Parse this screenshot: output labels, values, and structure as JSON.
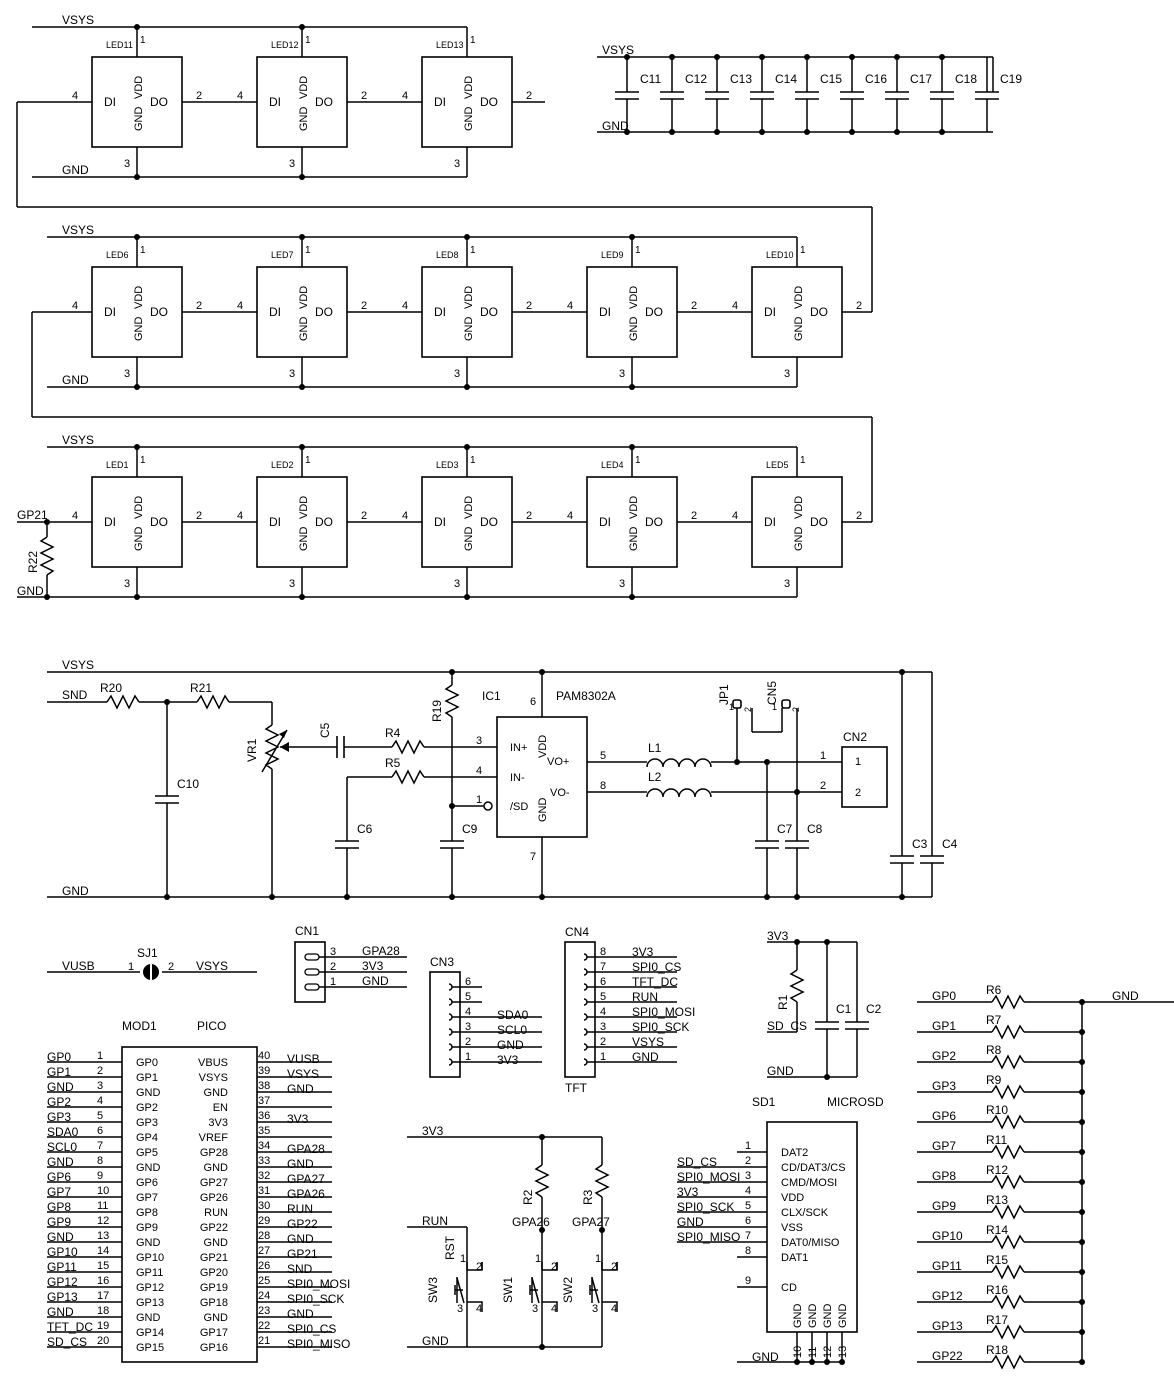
{
  "nets": {
    "vsys": "VSYS",
    "gnd": "GND",
    "gp21": "GP21",
    "snd": "SND",
    "vusb": "VUSB",
    "v3v3": "3V3",
    "run": "RUN",
    "gpa26": "GPA26",
    "gpa27": "GPA27",
    "sd_cs": "SD_CS"
  },
  "leds": {
    "pins": {
      "di": "DI",
      "do": "DO",
      "vdd": "VDD",
      "gnd": "GND"
    },
    "pin_numbers": {
      "vdd": "1",
      "do": "2",
      "gnd": "3",
      "di": "4"
    },
    "row1": [
      "LED11",
      "LED12",
      "LED13"
    ],
    "row2": [
      "LED6",
      "LED7",
      "LED8",
      "LED9",
      "LED10"
    ],
    "row3": [
      "LED1",
      "LED2",
      "LED3",
      "LED4",
      "LED5"
    ]
  },
  "decoupling_caps": [
    "C11",
    "C12",
    "C13",
    "C14",
    "C15",
    "C16",
    "C17",
    "C18",
    "C19"
  ],
  "r22": "R22",
  "amp": {
    "r20": "R20",
    "r21": "R21",
    "vr1": "VR1",
    "c10": "C10",
    "c5": "C5",
    "r4": "R4",
    "r5": "R5",
    "r19": "R19",
    "c6": "C6",
    "c9": "C9",
    "ic_ref": "IC1",
    "ic_part": "PAM8302A",
    "pins": {
      "in_plus": "IN+",
      "in_minus": "IN-",
      "sd": "/SD",
      "vdd": "VDD",
      "gnd": "GND",
      "vo_plus": "VO+",
      "vo_minus": "VO-"
    },
    "pin_nums": {
      "p3": "3",
      "p4": "4",
      "p1": "1",
      "p6": "6",
      "p7": "7",
      "p5": "5",
      "p8": "8"
    },
    "l1": "L1",
    "l2": "L2",
    "jp1": "JP1",
    "cn5": "CN5",
    "jp_pin1": "1",
    "jp_pin2": "2",
    "c7": "C7",
    "c8": "C8",
    "c3": "C3",
    "c4": "C4",
    "cn2": "CN2",
    "cn2_pin1": "1",
    "cn2_pin2": "2"
  },
  "sj1": {
    "ref": "SJ1",
    "p1": "1",
    "p2": "2"
  },
  "cn1": {
    "ref": "CN1",
    "pins": [
      "3",
      "2",
      "1"
    ],
    "signals": [
      "GPA28",
      "3V3",
      "GND"
    ]
  },
  "cn3": {
    "ref": "CN3",
    "pins": [
      "6",
      "5",
      "4",
      "3",
      "2",
      "1"
    ],
    "signals": [
      "",
      "",
      "SDA0",
      "SCL0",
      "GND",
      "3V3"
    ]
  },
  "cn4": {
    "ref": "CN4",
    "label": "TFT",
    "pins": [
      "8",
      "7",
      "6",
      "5",
      "4",
      "3",
      "2",
      "1"
    ],
    "signals": [
      "3V3",
      "SPI0_CS",
      "TFT_DC",
      "RUN",
      "SPI0_MOSI",
      "SPI0_SCK",
      "VSYS",
      "GND"
    ]
  },
  "sdcaps": {
    "r1": "R1",
    "c1": "C1",
    "c2": "C2"
  },
  "pico": {
    "ref": "MOD1",
    "part": "PICO",
    "left": [
      {
        "net": "GP0",
        "num": "1",
        "pin": "GP0"
      },
      {
        "net": "GP1",
        "num": "2",
        "pin": "GP1"
      },
      {
        "net": "GND",
        "num": "3",
        "pin": "GND"
      },
      {
        "net": "GP2",
        "num": "4",
        "pin": "GP2"
      },
      {
        "net": "GP3",
        "num": "5",
        "pin": "GP3"
      },
      {
        "net": "SDA0",
        "num": "6",
        "pin": "GP4"
      },
      {
        "net": "SCL0",
        "num": "7",
        "pin": "GP5"
      },
      {
        "net": "GND",
        "num": "8",
        "pin": "GND"
      },
      {
        "net": "GP6",
        "num": "9",
        "pin": "GP6"
      },
      {
        "net": "GP7",
        "num": "10",
        "pin": "GP7"
      },
      {
        "net": "GP8",
        "num": "11",
        "pin": "GP8"
      },
      {
        "net": "GP9",
        "num": "12",
        "pin": "GP9"
      },
      {
        "net": "GND",
        "num": "13",
        "pin": "GND"
      },
      {
        "net": "GP10",
        "num": "14",
        "pin": "GP10"
      },
      {
        "net": "GP11",
        "num": "15",
        "pin": "GP11"
      },
      {
        "net": "GP12",
        "num": "16",
        "pin": "GP12"
      },
      {
        "net": "GP13",
        "num": "17",
        "pin": "GP13"
      },
      {
        "net": "GND",
        "num": "18",
        "pin": "GND"
      },
      {
        "net": "TFT_DC",
        "num": "19",
        "pin": "GP14"
      },
      {
        "net": "SD_CS",
        "num": "20",
        "pin": "GP15"
      }
    ],
    "right": [
      {
        "net": "VUSB",
        "num": "40",
        "pin": "VBUS"
      },
      {
        "net": "VSYS",
        "num": "39",
        "pin": "VSYS"
      },
      {
        "net": "GND",
        "num": "38",
        "pin": "GND"
      },
      {
        "net": "",
        "num": "37",
        "pin": "EN"
      },
      {
        "net": "3V3",
        "num": "36",
        "pin": "3V3"
      },
      {
        "net": "",
        "num": "35",
        "pin": "VREF"
      },
      {
        "net": "GPA28",
        "num": "34",
        "pin": "GP28"
      },
      {
        "net": "GND",
        "num": "33",
        "pin": "GND"
      },
      {
        "net": "GPA27",
        "num": "32",
        "pin": "GP27"
      },
      {
        "net": "GPA26",
        "num": "31",
        "pin": "GP26"
      },
      {
        "net": "RUN",
        "num": "30",
        "pin": "RUN"
      },
      {
        "net": "GP22",
        "num": "29",
        "pin": "GP22"
      },
      {
        "net": "GND",
        "num": "28",
        "pin": "GND"
      },
      {
        "net": "GP21",
        "num": "27",
        "pin": "GP21"
      },
      {
        "net": "SND",
        "num": "26",
        "pin": "GP20"
      },
      {
        "net": "SPI0_MOSI",
        "num": "25",
        "pin": "GP19"
      },
      {
        "net": "SPI0_SCK",
        "num": "24",
        "pin": "GP18"
      },
      {
        "net": "GND",
        "num": "23",
        "pin": "GND"
      },
      {
        "net": "SPI0_CS",
        "num": "22",
        "pin": "GP17"
      },
      {
        "net": "SPI0_MISO",
        "num": "21",
        "pin": "GP16"
      }
    ]
  },
  "switches": {
    "sw3": "SW3",
    "sw1": "SW1",
    "sw2": "SW2",
    "rst": "RST",
    "r2": "R2",
    "r3": "R3",
    "pins": [
      "1",
      "2",
      "3",
      "4"
    ]
  },
  "sd": {
    "ref": "SD1",
    "part": "MICROSD",
    "left_nets": [
      "",
      "SD_CS",
      "SPI0_MOSI",
      "3V3",
      "SPI0_SCK",
      "GND",
      "SPI0_MISO",
      "",
      "",
      "GND"
    ],
    "left_nums": [
      "1",
      "2",
      "3",
      "4",
      "5",
      "6",
      "7",
      "8",
      "9"
    ],
    "pin_names": [
      "DAT2",
      "CD/DAT3/CS",
      "CMD/MOSI",
      "VDD",
      "CLX/SCK",
      "VSS",
      "DAT0/MISO",
      "DAT1",
      "CD"
    ],
    "gnd_label": "GND",
    "gnd_nums": [
      "10",
      "11",
      "12",
      "13"
    ]
  },
  "pulldowns": {
    "nets": [
      "GP0",
      "GP1",
      "GP2",
      "GP3",
      "GP6",
      "GP7",
      "GP8",
      "GP9",
      "GP10",
      "GP11",
      "GP12",
      "GP13",
      "GP22"
    ],
    "refs": [
      "R6",
      "R7",
      "R8",
      "R9",
      "R10",
      "R11",
      "R12",
      "R13",
      "R14",
      "R15",
      "R16",
      "R17",
      "R18"
    ],
    "gnd": "GND"
  }
}
